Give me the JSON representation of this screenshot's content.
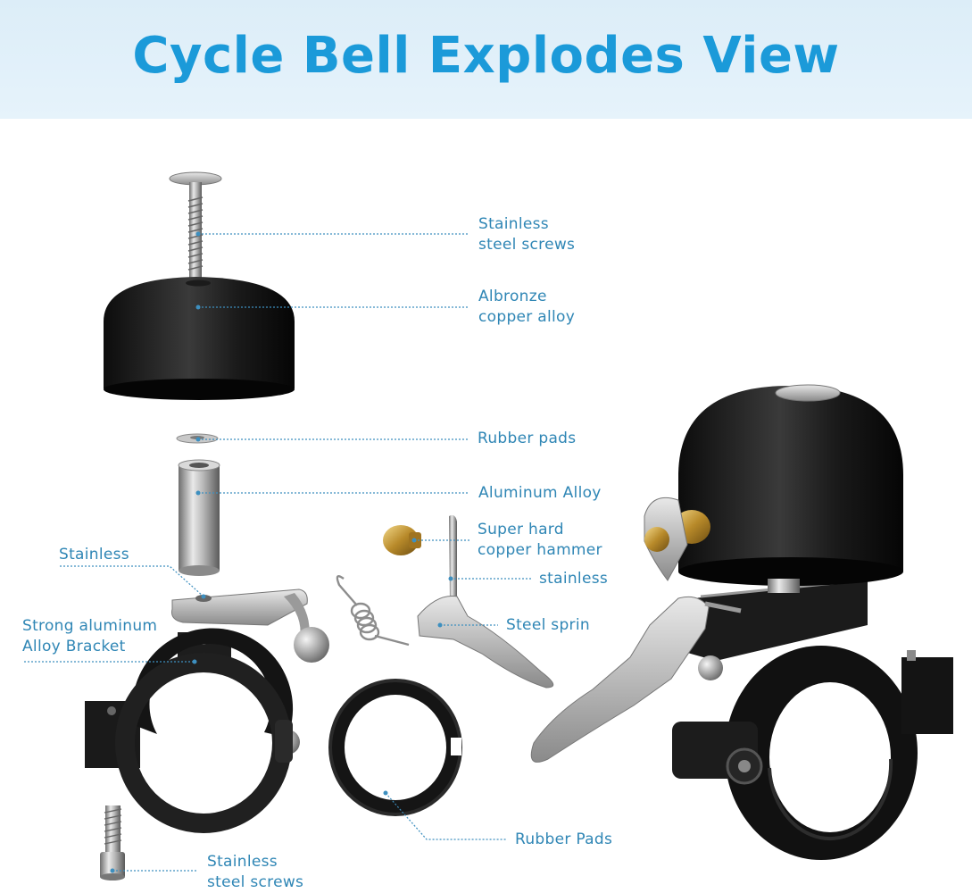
{
  "title": "Cycle Bell Explodes View",
  "labels": {
    "screw_top": [
      "Stainless",
      "steel screws"
    ],
    "bell_dome": [
      "Albronze",
      "copper alloy"
    ],
    "rubber_pads_small": "Rubber pads",
    "aluminum_alloy": "Aluminum Alloy",
    "copper_hammer": [
      "Super hard",
      "copper hammer"
    ],
    "stainless_lever": "stainless",
    "stainless_arm": "Stainless",
    "steel_spring": "Steel sprin",
    "bracket": [
      "Strong aluminum",
      "Alloy Bracket"
    ],
    "rubber_pads_ring": "Rubber Pads",
    "screw_bottom": [
      "Stainless",
      "steel screws"
    ]
  },
  "colors": {
    "title": "#1b9ad9",
    "label": "#2f86b5",
    "leader": "#3d8fbf",
    "header_bg": "#e1f0fa"
  }
}
